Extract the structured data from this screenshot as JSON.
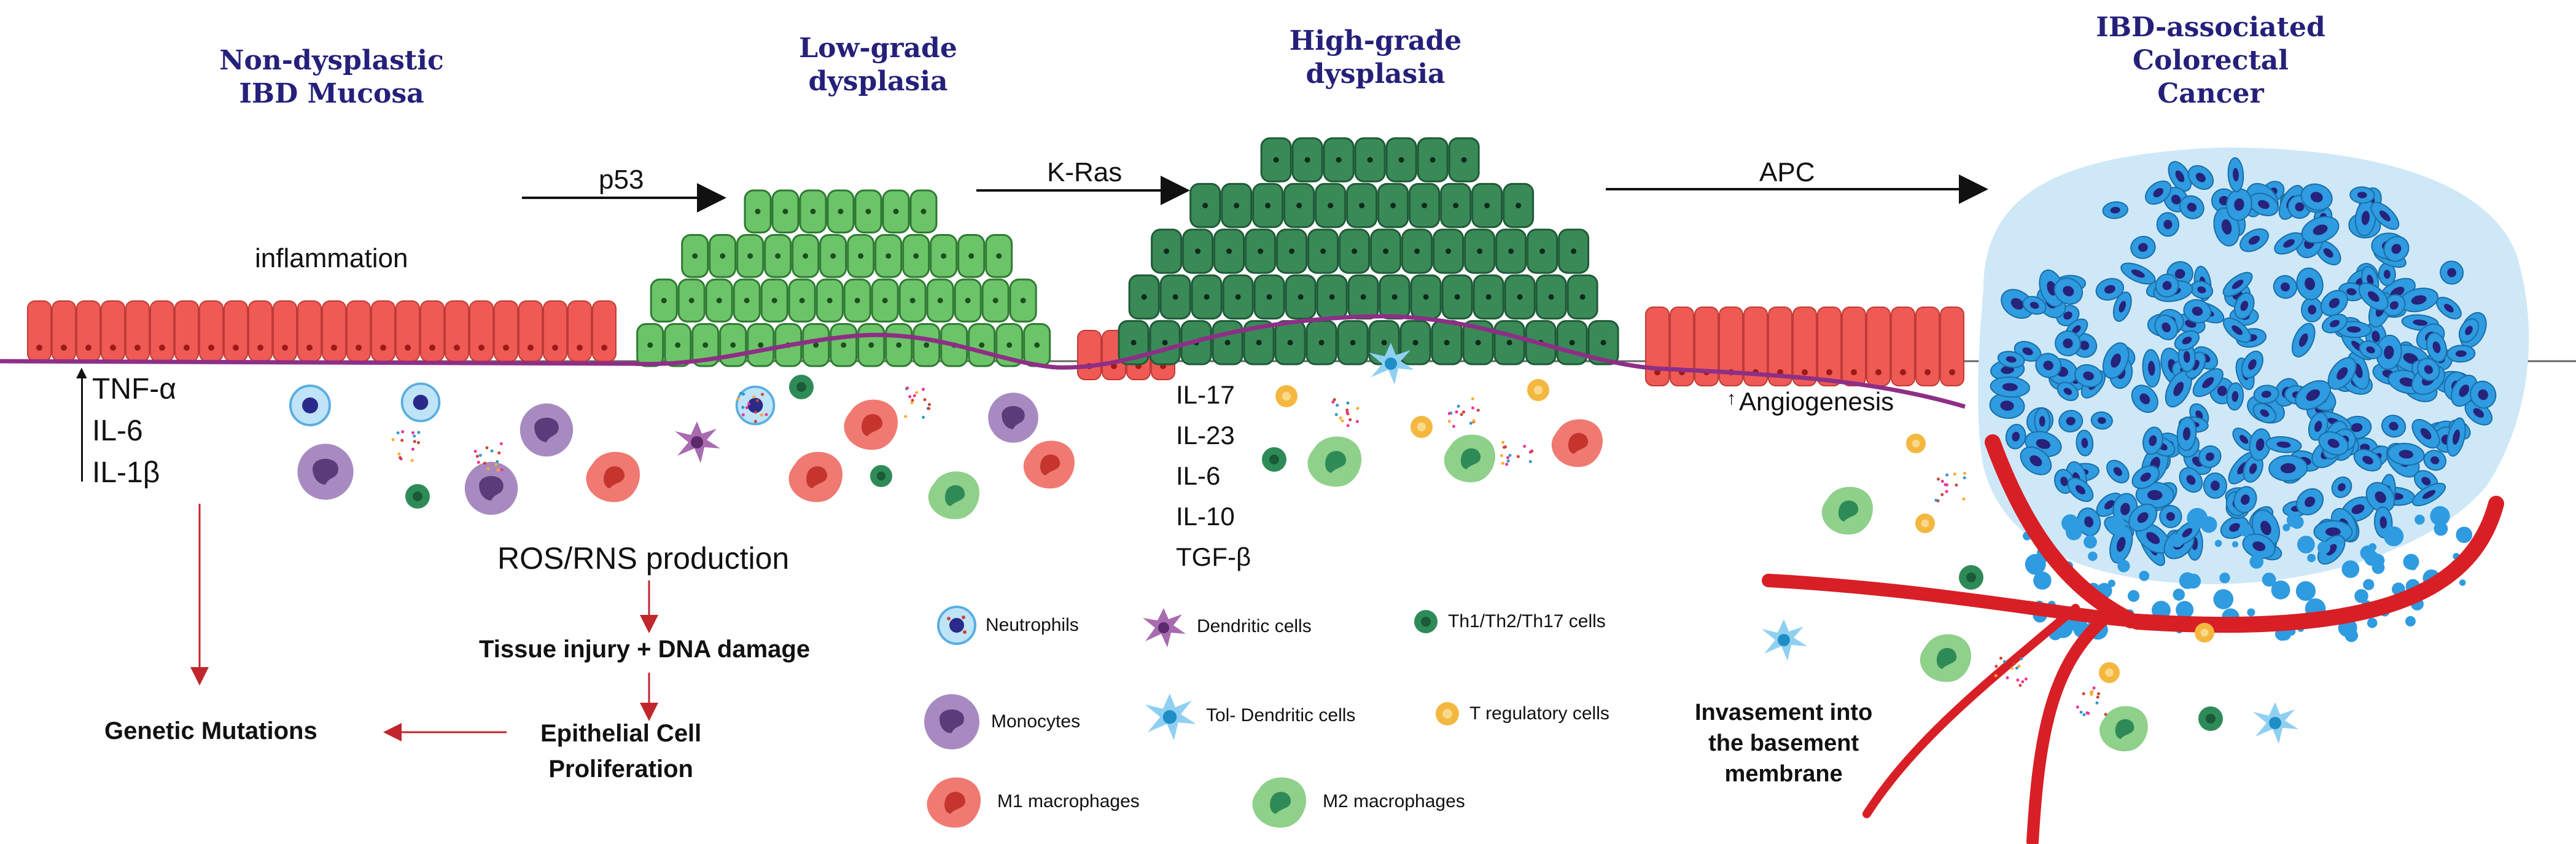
{
  "stages": [
    {
      "id": "s1",
      "title": "Non-dysplastic\nIBD Mucosa"
    },
    {
      "id": "s2",
      "title": "Low-grade\ndysplasia"
    },
    {
      "id": "s3",
      "title": "High-grade\ndysplasia"
    },
    {
      "id": "s4",
      "title": "IBD-associated\nColorectal\nCancer"
    }
  ],
  "transitions": [
    {
      "id": "t1",
      "label": "p53"
    },
    {
      "id": "t2",
      "label": "K-Ras"
    },
    {
      "id": "t3",
      "label": "APC"
    }
  ],
  "labels": {
    "inflammation": "inflammation",
    "ros": "ROS/RNS production",
    "injury": "Tissue injury + DNA damage",
    "prolif": "Epithelial Cell\nProliferation",
    "mutations": "Genetic Mutations",
    "angio": "Angiogenesis",
    "invasion": "Invasement into\nthe basement\nmembrane"
  },
  "cytokines_left": [
    "TNF-α",
    "IL-6",
    "IL-1β"
  ],
  "cytokines_mid": [
    "IL-17",
    "IL-23",
    "IL-6",
    "IL-10",
    "TGF-β"
  ],
  "legend": [
    {
      "id": "neutrophils",
      "label": "Neutrophils",
      "icon": "neutrophil-icon",
      "color": "#7fc8f2"
    },
    {
      "id": "dendritic",
      "label": "Dendritic cells",
      "icon": "dendritic-cell-icon",
      "color": "#a96bb0"
    },
    {
      "id": "th",
      "label": "Th1/Th2/Th17 cells",
      "icon": "t-helper-cell-icon",
      "color": "#2e8b57"
    },
    {
      "id": "monocytes",
      "label": "Monocytes",
      "icon": "monocyte-icon",
      "color": "#a78bc0"
    },
    {
      "id": "toldc",
      "label": "Tol- Dendritic cells",
      "icon": "tolerogenic-dendritic-cell-icon",
      "color": "#7fc8ec"
    },
    {
      "id": "treg",
      "label": "T regulatory cells",
      "icon": "t-regulatory-cell-icon",
      "color": "#f4b73f"
    },
    {
      "id": "m1",
      "label": "M1 macrophages",
      "icon": "m1-macrophage-icon",
      "color": "#f07a72"
    },
    {
      "id": "m2",
      "label": "M2 macrophages",
      "icon": "m2-macrophage-icon",
      "color": "#8fd08a"
    }
  ],
  "colors": {
    "normal_epithelium": "#ef5a55",
    "low_grade": "#6cc468",
    "high_grade": "#3a8a58",
    "cancer": "#2f9be0",
    "basement_membrane": "#8e2f86",
    "vessel": "#d81f26",
    "title": "#25207a"
  }
}
